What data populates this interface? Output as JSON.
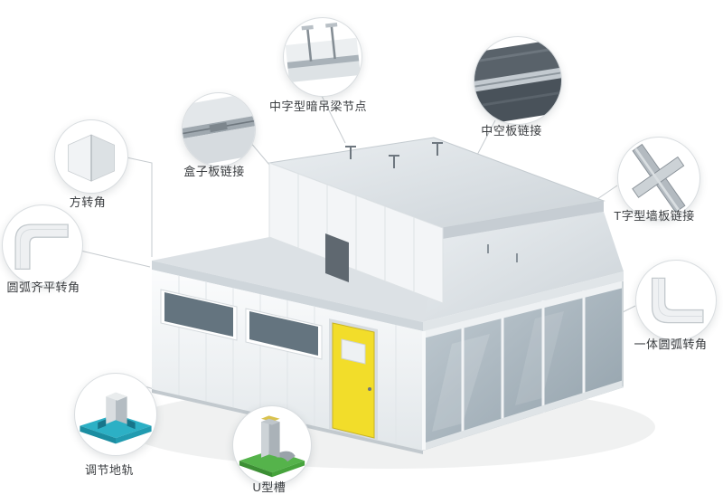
{
  "callouts": [
    {
      "id": "beam-node",
      "label": "中字型暗吊梁节点"
    },
    {
      "id": "hollow-panel",
      "label": "中空板链接"
    },
    {
      "id": "box-panel",
      "label": "盒子板链接"
    },
    {
      "id": "square-corner",
      "label": "方转角"
    },
    {
      "id": "flush-corner",
      "label": "圆弧齐平转角"
    },
    {
      "id": "t-wall",
      "label": "T字型墙板链接"
    },
    {
      "id": "integrated-corner",
      "label": "一体圆弧转角"
    },
    {
      "id": "floor-track",
      "label": "调节地轨"
    },
    {
      "id": "u-channel",
      "label": "U型槽"
    }
  ],
  "colors": {
    "door": "#f2dd2a",
    "window_glass": "#64747f",
    "glass_wall_light": "#c2ccd3",
    "track_base": "#2cb0c5",
    "u_channel_base": "#55b34b",
    "leader_line": "#c6cbcf"
  }
}
